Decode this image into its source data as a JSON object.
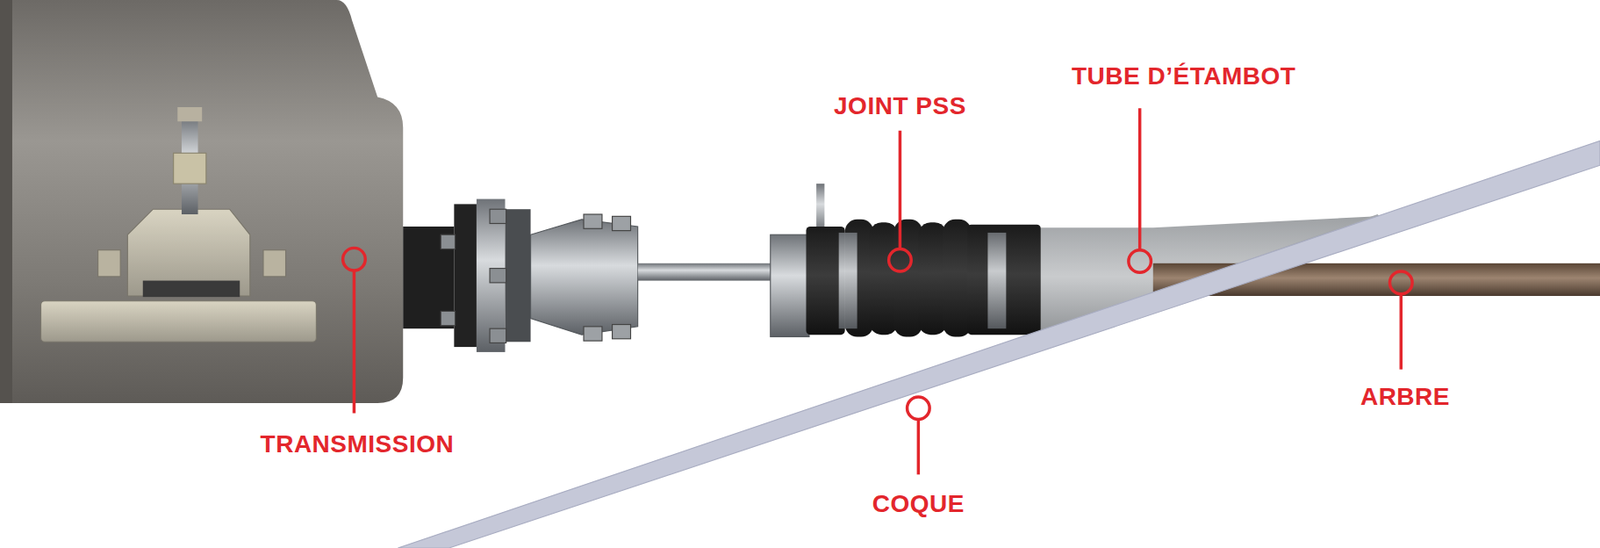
{
  "diagram": {
    "labels": [
      "TUBE D’ÉTAMBOT",
      "JOINT PSS",
      "TRANSMISSION",
      "ARBRE",
      "COQUE"
    ]
  }
}
